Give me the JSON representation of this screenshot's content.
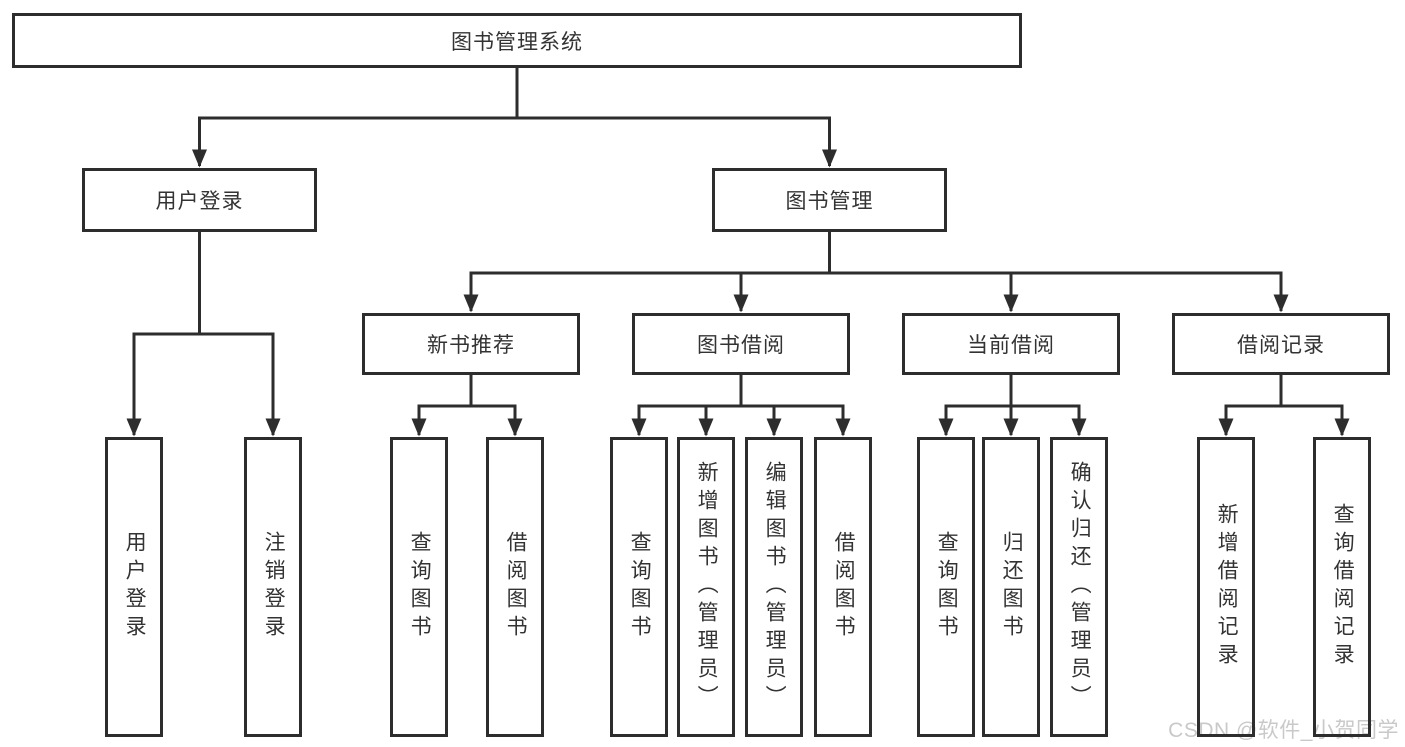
{
  "diagram": {
    "root": "图书管理系统",
    "branches": [
      {
        "label": "用户登录",
        "children": [
          "用户登录",
          "注销登录"
        ]
      },
      {
        "label": "图书管理",
        "groups": [
          {
            "label": "新书推荐",
            "children": [
              "查询图书",
              "借阅图书"
            ]
          },
          {
            "label": "图书借阅",
            "children": [
              "查询图书",
              "新增图书（管理员）",
              "编辑图书（管理员）",
              "借阅图书"
            ]
          },
          {
            "label": "当前借阅",
            "children": [
              "查询图书",
              "归还图书",
              "确认归还（管理员）"
            ]
          },
          {
            "label": "借阅记录",
            "children": [
              "新增借阅记录",
              "查询借阅记录"
            ]
          }
        ]
      }
    ]
  },
  "watermark": "CSDN @软件_小贺同学",
  "colors": {
    "line": "#2d2d2d",
    "text": "#333333",
    "watermark": "#c9c9c9",
    "background": "#ffffff"
  }
}
